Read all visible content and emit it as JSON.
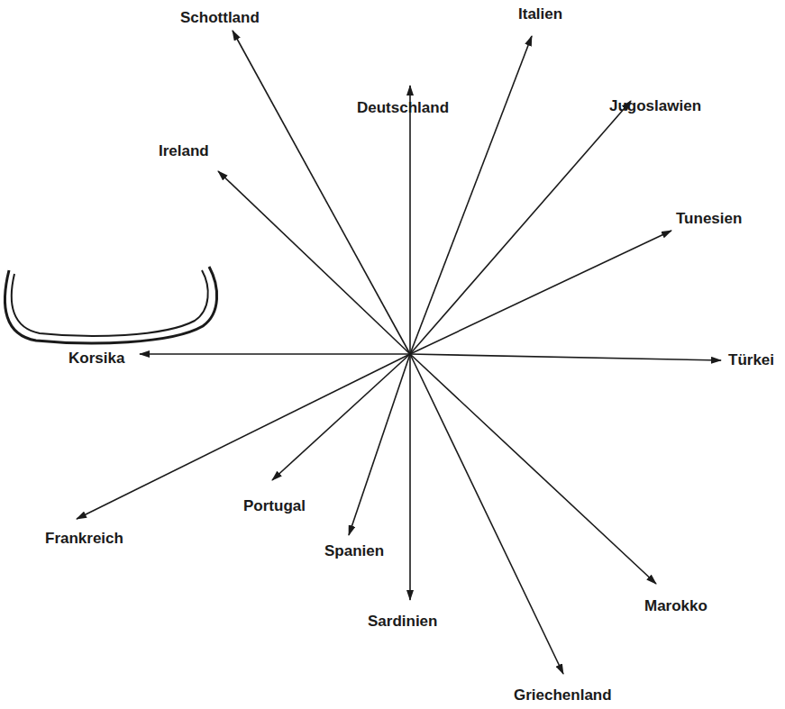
{
  "diagram": {
    "labels": [
      "Schottland",
      "Italien",
      "Deutschland",
      "Jugoslawien",
      "Ireland",
      "Tunesien",
      "Korsika",
      "Türkei",
      "Frankreich",
      "Portugal",
      "Spanien",
      "Sardinien",
      "Marokko",
      "Griechenland"
    ]
  }
}
